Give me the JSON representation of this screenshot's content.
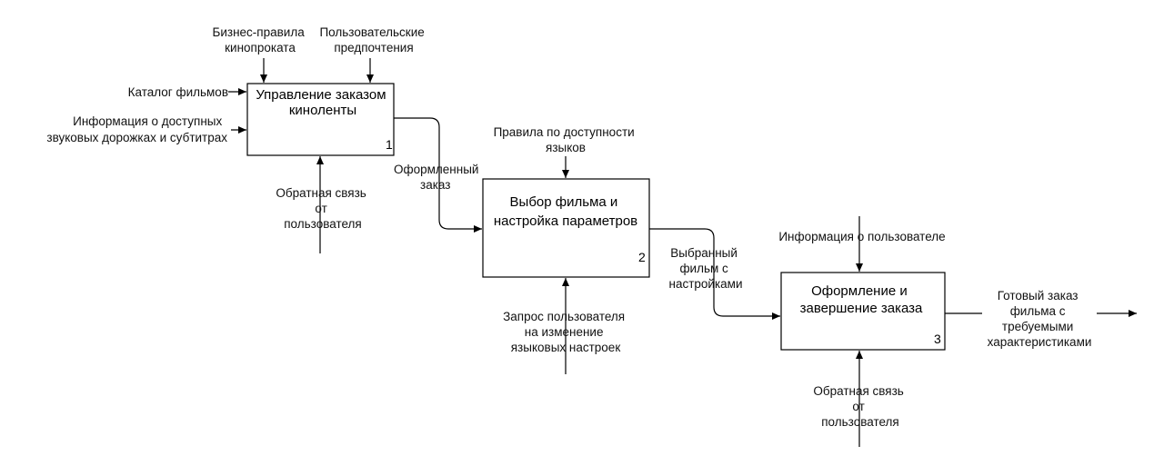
{
  "boxes": [
    {
      "title": [
        "Управление заказом",
        "киноленты"
      ],
      "number": "1"
    },
    {
      "title": [
        "Выбор фильма и",
        "настройка параметров"
      ],
      "number": "2"
    },
    {
      "title": [
        "Оформление и",
        "завершение заказа"
      ],
      "number": "3"
    }
  ],
  "labels": {
    "controls_1a": [
      "Бизнес-правила",
      "кинопроката"
    ],
    "controls_1b": [
      "Пользовательские",
      "предпочтения"
    ],
    "input_catalog": [
      "Каталог фильмов"
    ],
    "input_audio": [
      "Информация о доступных",
      "звуковых дорожках и субтитрах"
    ],
    "mechanism_1": [
      "Обратная связь",
      "от",
      "пользователя"
    ],
    "output_1": [
      "Оформленный",
      "заказ"
    ],
    "control_2": [
      "Правила по доступности",
      "языков"
    ],
    "mechanism_2": [
      "Запрос пользователя",
      "на изменение",
      "языковых настроек"
    ],
    "output_2": [
      "Выбранный",
      "фильм с",
      "настройками"
    ],
    "control_3": [
      "Информация о пользователе"
    ],
    "mechanism_3": [
      "Обратная связь",
      "от",
      "пользователя"
    ],
    "output_3": [
      "Готовый заказ",
      "фильма с",
      "требуемыми",
      "характеристиками"
    ]
  }
}
